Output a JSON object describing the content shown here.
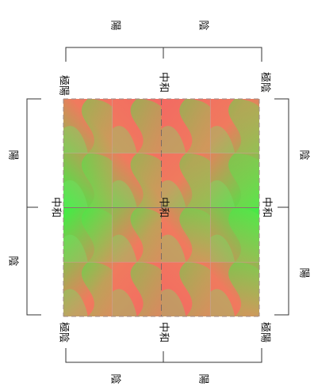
{
  "colors": {
    "red": "#f36a62",
    "green": "#39f23c",
    "line": "#333333",
    "dash": "#7a6a66"
  },
  "labels": {
    "top_left": "陽",
    "top_right": "陰",
    "bottom_left": "陰",
    "bottom_right": "陽",
    "left_upper": "陽",
    "left_lower": "陰",
    "right_upper": "陰",
    "right_lower": "陽",
    "extreme_yang": "極陽",
    "extreme_yin": "極陰",
    "neutral": "中和"
  }
}
